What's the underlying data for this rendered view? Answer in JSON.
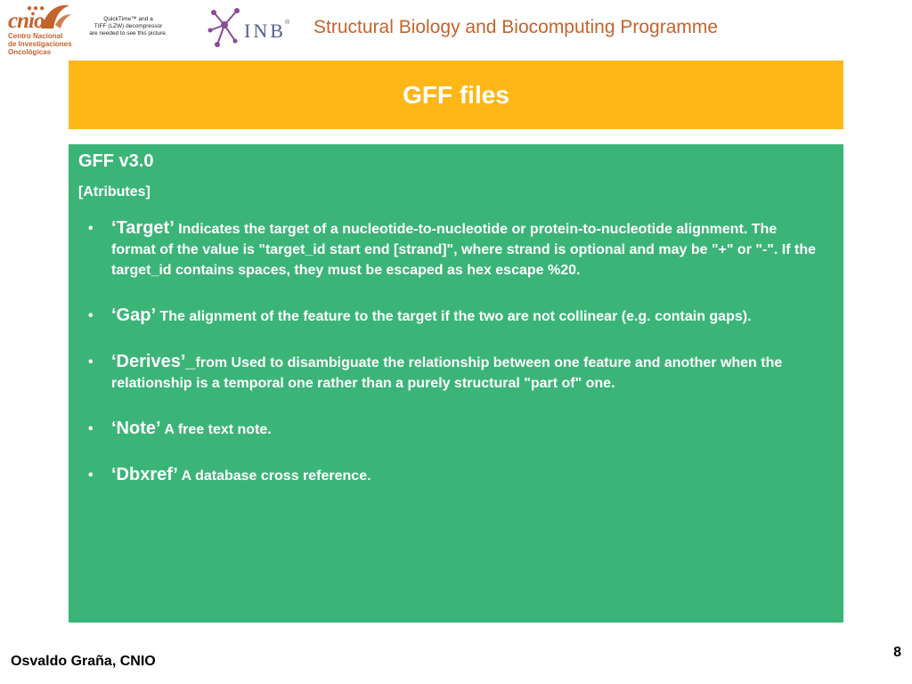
{
  "header": {
    "cnio_logo": {
      "word": "cnio",
      "lines": [
        "Centro Nacional",
        "de Investigaciones",
        "Oncológicas"
      ]
    },
    "quicktime_notice": [
      "QuickTime™ and a",
      "TIFF (LZW) decompressor",
      "are needed to see this picture."
    ],
    "inb_logo": {
      "text": "INB",
      "mark": "®"
    },
    "program_title": "Structural Biology and Biocomputing Programme"
  },
  "slide": {
    "title": "GFF files",
    "heading": "GFF v3.0",
    "subheading": "[Atributes]",
    "items": [
      {
        "term": "‘Target’",
        "description": " Indicates the target of a nucleotide-to-nucleotide or protein-to-nucleotide alignment.  The format of the value is \"target_id start end [strand]\", where strand is optional and may be \"+\" or \"-\".  If the target_id  contains spaces, they must be escaped as hex escape %20."
      },
      {
        "term": "‘Gap’",
        "description": "  The alignment of the feature to the target if the two are not collinear (e.g. contain gaps)."
      },
      {
        "term": "‘Derives’_",
        "description": "from  Used to disambiguate the relationship between one feature and another when the relationship is a temporal one rather than a purely structural \"part of\" one."
      },
      {
        "term": "‘Note’",
        "description": "  A free text note."
      },
      {
        "term": "‘Dbxref’",
        "description": "  A database cross reference."
      }
    ]
  },
  "footer": {
    "author": "Osvaldo Graña, CNIO",
    "page_number": "8"
  },
  "colors": {
    "title_bar": "#fdb717",
    "content_panel": "#3bb478",
    "brand_orange": "#c4632c",
    "inb_blue": "#555c8a"
  }
}
